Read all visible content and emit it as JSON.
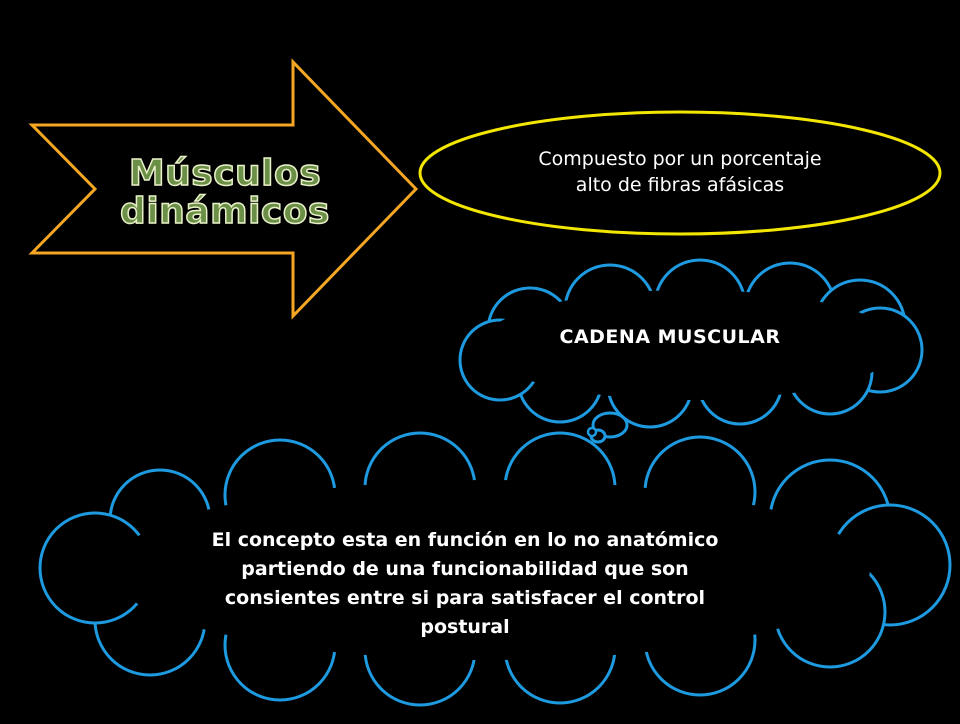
{
  "arrow": {
    "title_line1": "Músculos",
    "title_line2": "dinámicos",
    "stroke_color": "#f5a623",
    "title_color": "#6b8f47"
  },
  "ellipse": {
    "line1": "Compuesto por un porcentaje",
    "line2": "alto de fibras afásicas",
    "stroke_color": "#f3e600",
    "fill_color": "#000000"
  },
  "cloud_small": {
    "text": "CADENA MUSCULAR",
    "stroke_color": "#1e9be0"
  },
  "cloud_large": {
    "text": "El concepto esta en función en lo no anatómico partiendo de una funcionabilidad que son consientes entre si para satisfacer el control postural",
    "stroke_color": "#1e9be0"
  },
  "colors": {
    "background": "#000000",
    "text": "#ffffff"
  }
}
